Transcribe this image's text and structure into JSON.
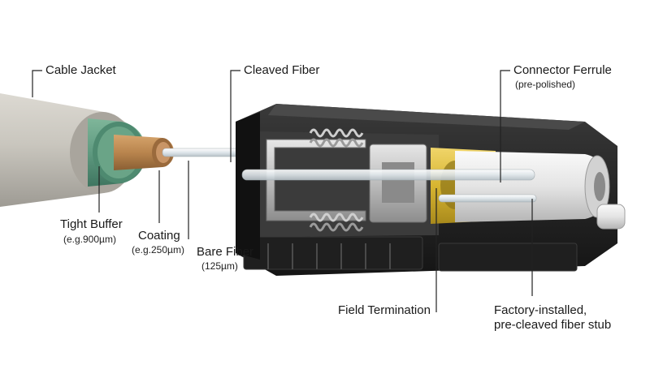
{
  "labels": {
    "cable_jacket": "Cable Jacket",
    "tight_buffer": "Tight Buffer",
    "tight_buffer_sub": "(e.g.900µm)",
    "coating": "Coating",
    "coating_sub": "(e.g.250µm)",
    "bare_fiber": "Bare Fiber",
    "bare_fiber_sub": "(125µm)",
    "cleaved_fiber": "Cleaved Fiber",
    "connector_ferrule": "Connector Ferrule",
    "connector_ferrule_sub": "(pre-polished)",
    "field_termination": "Field Termination",
    "factory_stub_line1": "Factory-installed,",
    "factory_stub_line2": "pre-cleaved fiber stub"
  },
  "colors": {
    "jacket": "#c9c6be",
    "tight_buffer": "#5f9a80",
    "coating": "#b9854e",
    "housing": "#2b2b2b",
    "metal": "#bdbdbd",
    "ferrule_holder": "#d7b531",
    "ferrule": "#e4e4e4"
  }
}
